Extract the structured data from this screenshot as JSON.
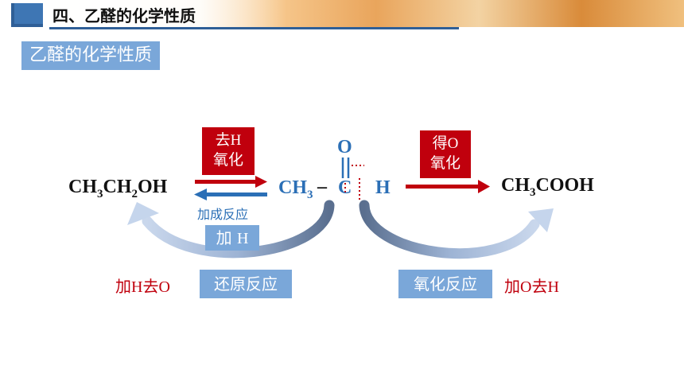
{
  "header": {
    "title": "四、乙醛的化学性质"
  },
  "section": {
    "label": "乙醛的化学性质"
  },
  "reaction": {
    "ethanol": {
      "p1": "CH",
      "s1": "3",
      "p2": "CH",
      "s2": "2",
      "p3": "OH"
    },
    "acetaldehyde": {
      "ch3": "CH",
      "ch3_sub": "3",
      "dash": "–",
      "c": "C",
      "h": "H",
      "o": "O"
    },
    "acetic_acid": {
      "p1": "CH",
      "s1": "3",
      "p2": "COOH"
    },
    "left_forward": {
      "line1_a": "去",
      "line1_b": "H",
      "line2": "氧化"
    },
    "left_reverse": {
      "label": "加成反应"
    },
    "add_h": {
      "a": "加 ",
      "b": "H"
    },
    "right_forward": {
      "line1_a": "得",
      "line1_b": "O",
      "line2": "氧化"
    },
    "reduction": {
      "note_a": "加",
      "note_b": "H",
      "note_c": "去",
      "note_d": "O",
      "label": "还原反应"
    },
    "oxidation": {
      "label": "氧化反应",
      "note_a": "加",
      "note_b": "O",
      "note_c": "去",
      "note_d": "H"
    }
  },
  "colors": {
    "red": "#c0000d",
    "blue": "#2b6fb6",
    "light_blue": "#7aa7d9",
    "header_blue": "#2f5f97"
  }
}
